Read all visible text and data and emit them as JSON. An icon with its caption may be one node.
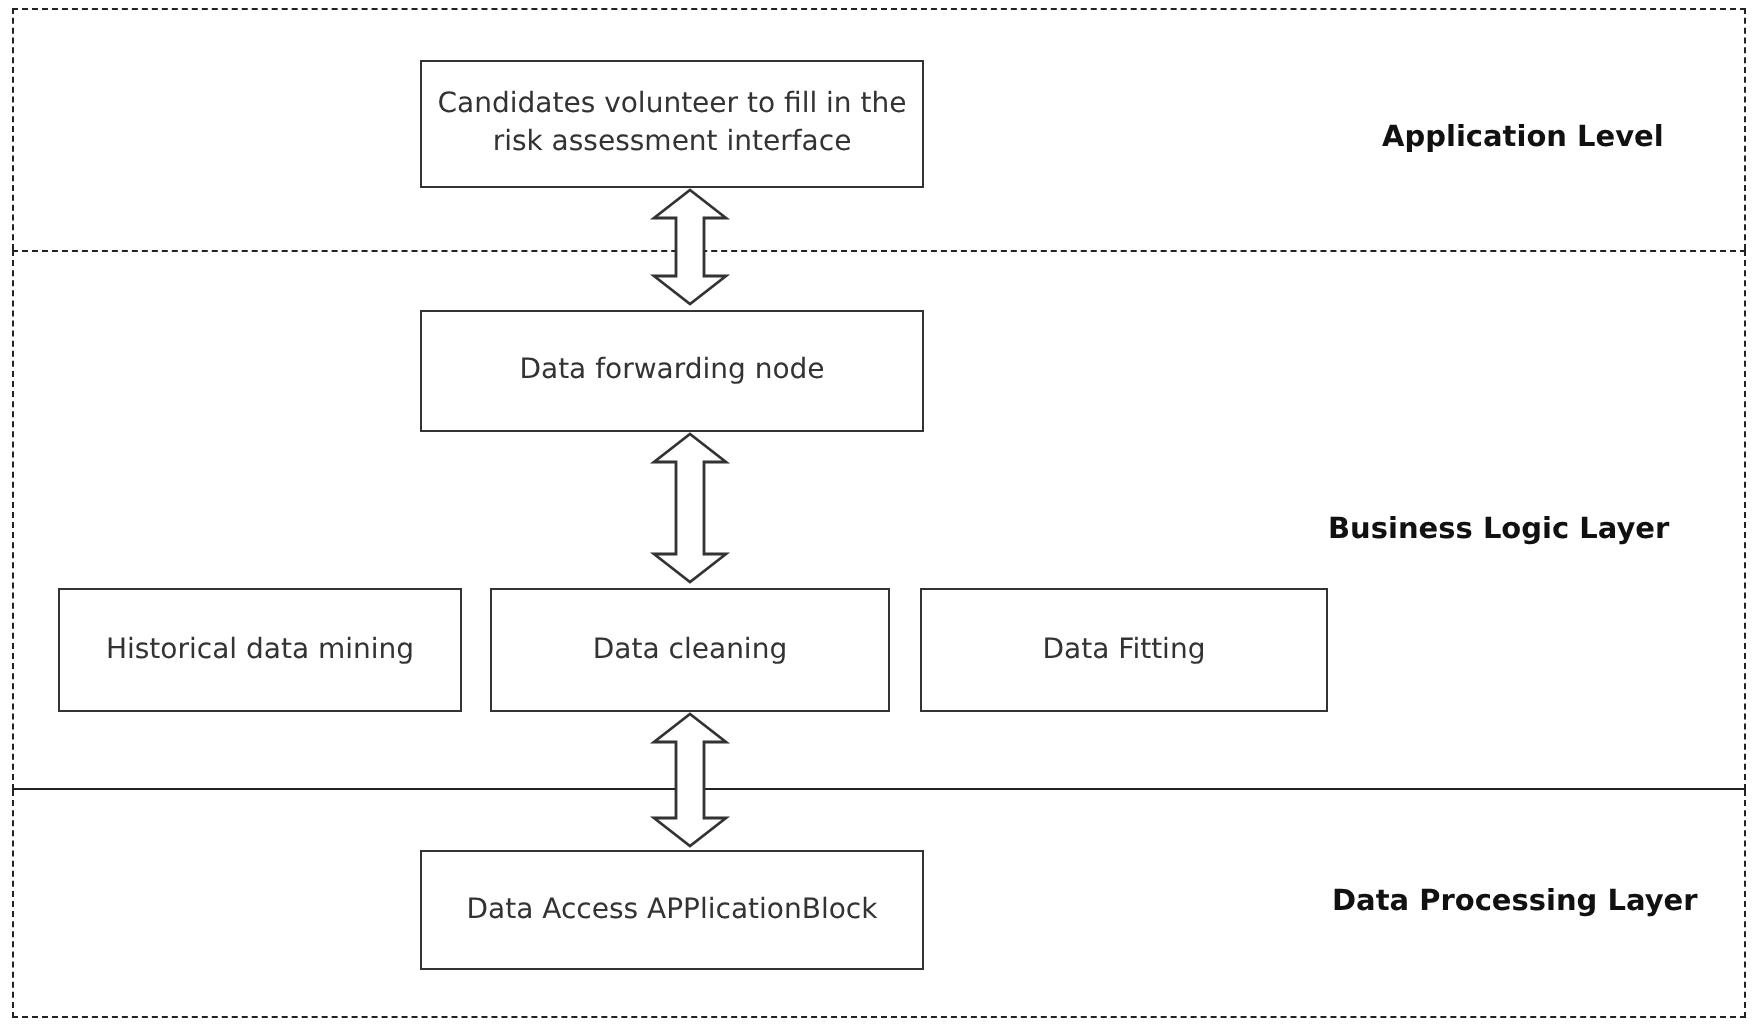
{
  "diagram": {
    "nodes": [
      {
        "text": [
          "Application Level"
        ]
      },
      {
        "text": [
          "Candidates volunteer to fill in the risk assessment interface"
        ],
        "in": 0
      },
      {
        "text": [
          "Business Logic Layer"
        ]
      },
      {
        "text": [
          "Data forwarding node"
        ],
        "in": 2
      },
      {
        "text": [
          "Historical data mining"
        ],
        "in": 2
      },
      {
        "text": [
          "Data cleaning"
        ],
        "in": 2
      },
      {
        "text": [
          "Data Fitting"
        ],
        "in": 2
      },
      {
        "text": [
          "Data Processing Layer"
        ]
      },
      {
        "text": [
          "Data Access APPlicationBlock"
        ],
        "in": 7
      }
    ],
    "edges": [
      {
        "from": 1,
        "to": 3,
        "arrow": "both"
      },
      {
        "from": 3,
        "to": 5,
        "arrow": "both"
      },
      {
        "from": 5,
        "to": 8,
        "arrow": "both"
      }
    ]
  }
}
